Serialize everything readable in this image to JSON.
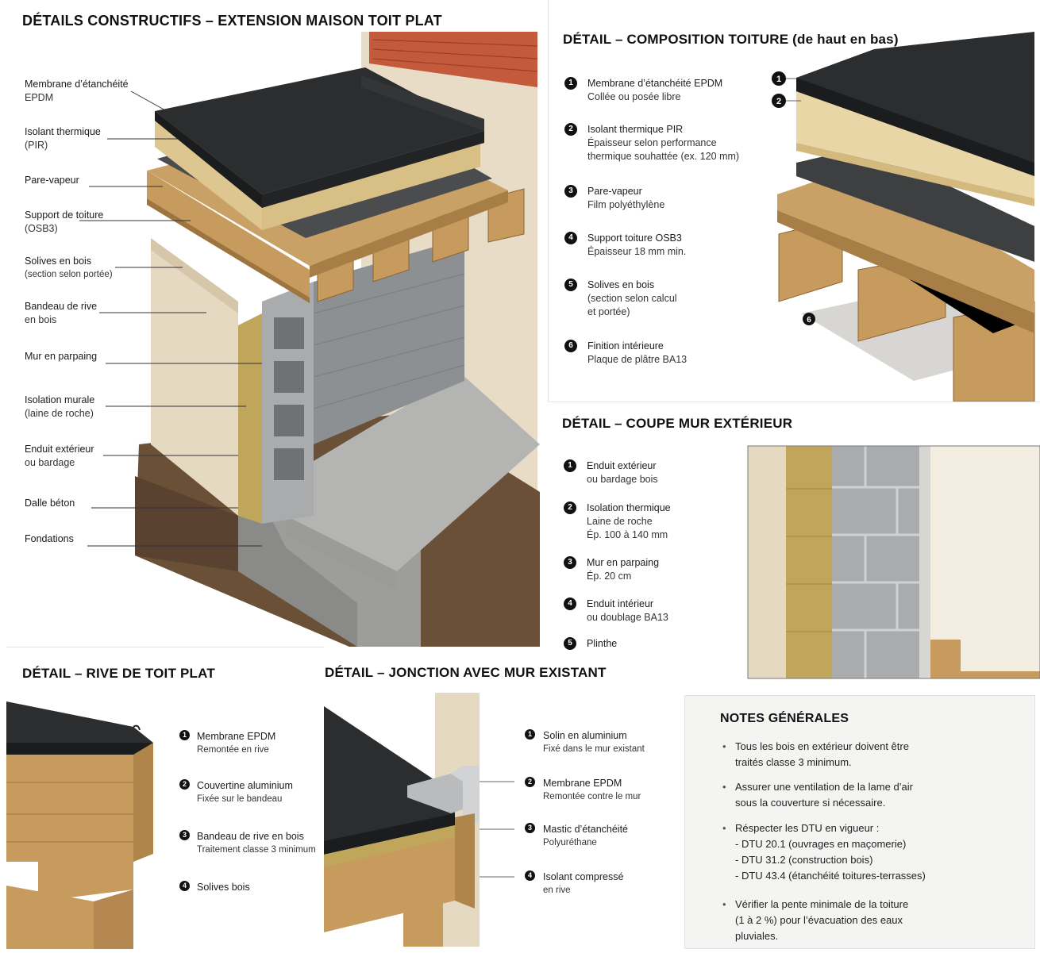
{
  "main": {
    "title": "DÉTAILS CONSTRUCTIFS – EXTENSION MAISON TOIT PLAT",
    "labels": [
      {
        "l1": "Membrane d’étanchéité",
        "l2": "EPDM"
      },
      {
        "l1": "Isolant thermique",
        "l2": "(PIR)"
      },
      {
        "l1": "Pare-vapeur",
        "l2": ""
      },
      {
        "l1": "Support de toiture",
        "l2": "(OSB3)"
      },
      {
        "l1": "Solives en bois",
        "l2": "(section selon portée)"
      },
      {
        "l1": "Bandeau de rive",
        "l2": "en bois"
      },
      {
        "l1": "Mur en parpaing",
        "l2": ""
      },
      {
        "l1": "Isolation murale",
        "l2": "(laine de roche)"
      },
      {
        "l1": "Enduit extérieur",
        "l2": "ou bardage"
      },
      {
        "l1": "Dalle béton",
        "l2": ""
      },
      {
        "l1": "Fondations",
        "l2": ""
      }
    ]
  },
  "roof": {
    "title": "DÉTAIL – COMPOSITION TOITURE (de haut en bas)",
    "items": [
      {
        "n": "1",
        "l1": "Membrane d’étanchéité EPDM",
        "l2": "Collée ou posée libre",
        "l3": ""
      },
      {
        "n": "2",
        "l1": "Isolant thermique PIR",
        "l2": "Épaisseur selon performance",
        "l3": "thermique souhattée (ex. 120 mm)"
      },
      {
        "n": "3",
        "l1": "Pare-vapeur",
        "l2": "Film polyéthylène",
        "l3": ""
      },
      {
        "n": "4",
        "l1": "Support toiture OSB3",
        "l2": "Épaisseur 18 mm min.",
        "l3": ""
      },
      {
        "n": "5",
        "l1": "Solives en bois",
        "l2": "(section selon calcul",
        "l3": "et portée)"
      },
      {
        "n": "6",
        "l1": "Finition intérieure",
        "l2": "Plaque de plâtre BA13",
        "l3": ""
      }
    ],
    "callouts": [
      "1",
      "2",
      "6"
    ]
  },
  "wall": {
    "title": "DÉTAIL – COUPE MUR EXTÉRIEUR",
    "items": [
      {
        "n": "1",
        "l1": "Enduit extérieur",
        "l2": "ou bardage bois",
        "l3": ""
      },
      {
        "n": "2",
        "l1": "Isolation thermique",
        "l2": "Laine de roche",
        "l3": "Ép. 100 à 140 mm"
      },
      {
        "n": "3",
        "l1": "Mur en parpaing",
        "l2": "Ép. 20 cm",
        "l3": ""
      },
      {
        "n": "4",
        "l1": "Enduit intérieur",
        "l2": "ou doublage BA13",
        "l3": ""
      },
      {
        "n": "5",
        "l1": "Plinthe",
        "l2": "",
        "l3": ""
      }
    ]
  },
  "edge": {
    "title": "DÉTAIL – RIVE DE TOIT PLAT",
    "items": [
      {
        "n": "1",
        "l1": "Membrane EPDM",
        "l2": "Remontée en rive"
      },
      {
        "n": "2",
        "l1": "Couvertine aluminium",
        "l2": "Fixée sur le bandeau"
      },
      {
        "n": "3",
        "l1": "Bandeau de rive en bois",
        "l2": "Traitement classe 3 minimum"
      },
      {
        "n": "4",
        "l1": "Solives bois",
        "l2": ""
      }
    ]
  },
  "junction": {
    "title": "DÉTAIL – JONCTION AVEC MUR EXISTANT",
    "items": [
      {
        "n": "1",
        "l1": "Solin en aluminium",
        "l2": "Fixé dans le mur existant"
      },
      {
        "n": "2",
        "l1": "Membrane EPDM",
        "l2": "Remontée contre le mur"
      },
      {
        "n": "3",
        "l1": "Mastic d’étanchéité",
        "l2": "Polyuréthane"
      },
      {
        "n": "4",
        "l1": "Isolant compressé",
        "l2": "en rive"
      }
    ]
  },
  "notes": {
    "title": "NOTES GÉNÉRALES",
    "n1a": "Tous les bois en extérieur doivent être",
    "n1b": "traités classe 3 minimum.",
    "n2a": "Assurer une ventilation de la lame d’air",
    "n2b": "sous la couverture si nécessaire.",
    "n3a": "Réspecter les DTU en vigueur :",
    "n3b": "- DTU 20.1 (ouvrages en maçomerie)",
    "n3c": "- DTU 31.2 (construction bois)",
    "n3d": "- DTU 43.4 (étanchéité toitures-terrasses)",
    "n4a": "Vérifier la pente minimale de la toiture",
    "n4b": "(1 à 2 %) pour l’évacuation des eaux",
    "n4c": "pluviales."
  },
  "colors": {
    "epdm": "#2b2d2f",
    "pir": "#e9d6a6",
    "osb": "#c9a066",
    "wood": "#c79a5e",
    "block": "#a9abad",
    "render": "#e6d9c2",
    "wool": "#bfa65a",
    "concrete": "#b4b4b2",
    "soil": "#6b5038"
  }
}
